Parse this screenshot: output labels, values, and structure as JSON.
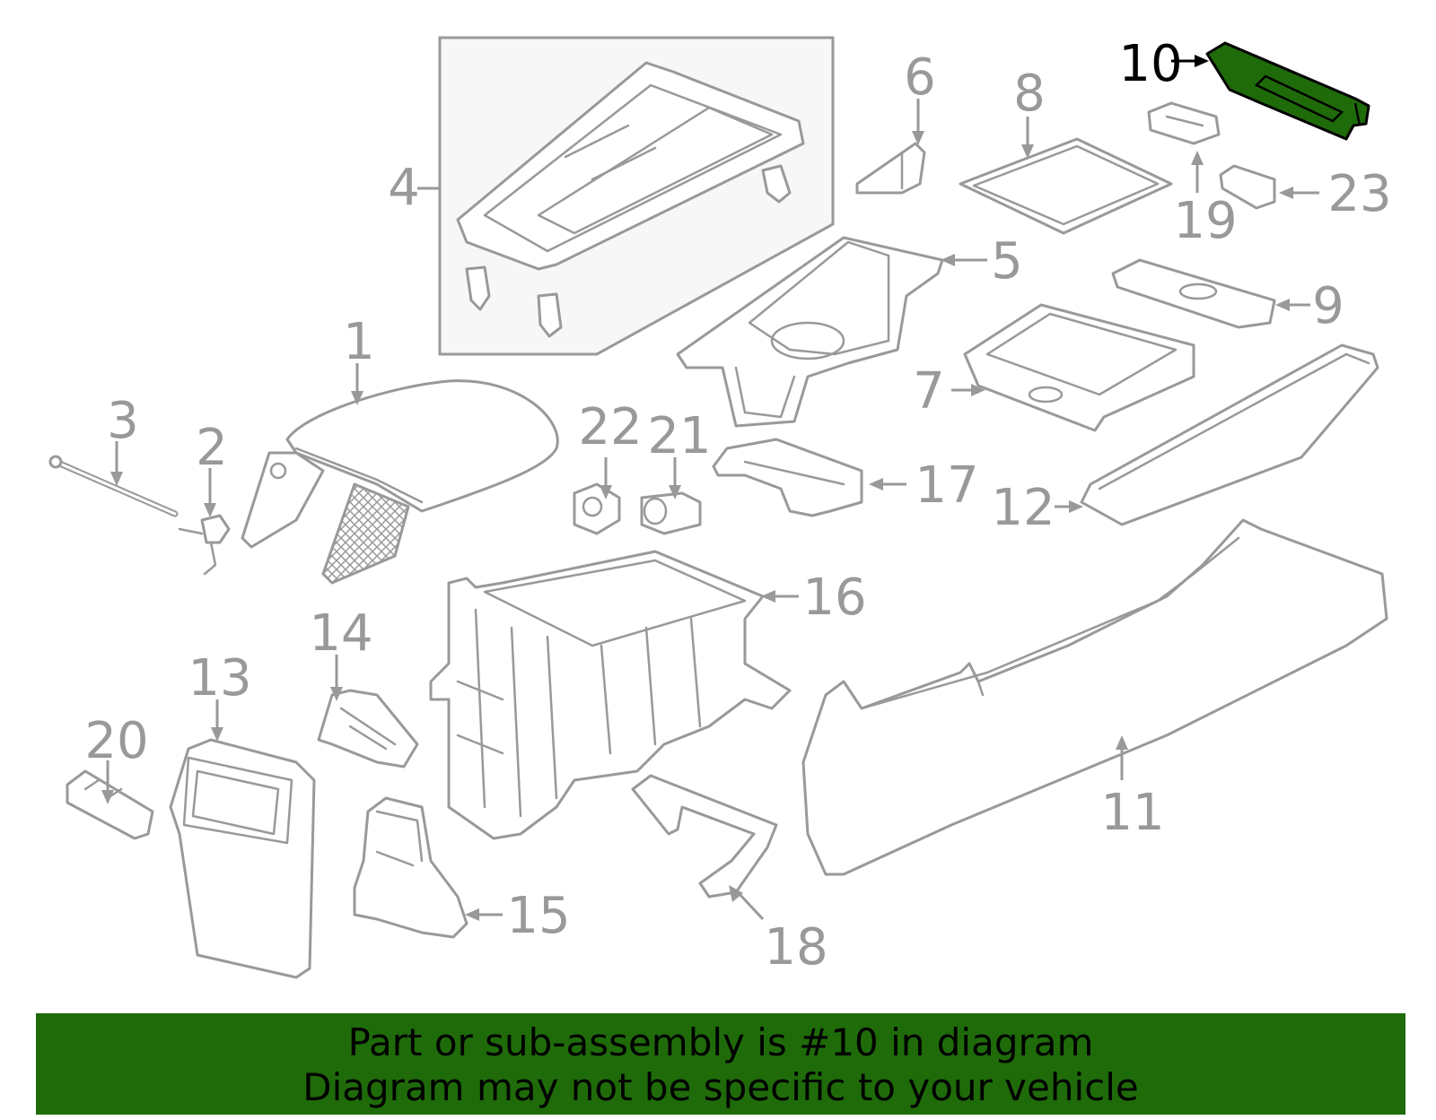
{
  "diagram": {
    "highlight_color": "#1f6b0a",
    "part_color": "#999999",
    "highlighted_callout": "10",
    "callouts": {
      "c1": "1",
      "c2": "2",
      "c3": "3",
      "c4": "4",
      "c5": "5",
      "c6": "6",
      "c7": "7",
      "c8": "8",
      "c9": "9",
      "c10": "10",
      "c11": "11",
      "c12": "12",
      "c13": "13",
      "c14": "14",
      "c15": "15",
      "c16": "16",
      "c17": "17",
      "c18": "18",
      "c19": "19",
      "c20": "20",
      "c21": "21",
      "c22": "22",
      "c23": "23"
    }
  },
  "banner": {
    "line1": "Part or sub-assembly is #10 in diagram",
    "line2": "Diagram may not be specific to your vehicle"
  }
}
